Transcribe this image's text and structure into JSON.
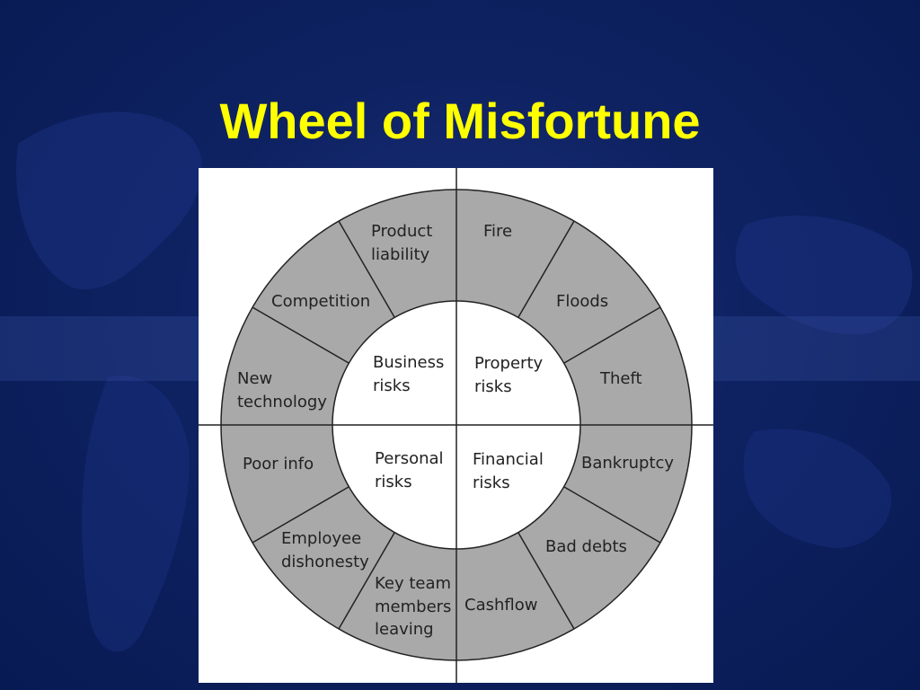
{
  "title": "Wheel of Misfortune",
  "colors": {
    "background": "#0b1f5c",
    "title": "#ffff00",
    "ring": "#a9a9a9",
    "panel": "#ffffff",
    "lines": "#222222"
  },
  "quadrants": {
    "business": {
      "line1": "Business",
      "line2": "risks"
    },
    "property": {
      "line1": "Property",
      "line2": "risks"
    },
    "personal": {
      "line1": "Personal",
      "line2": "risks"
    },
    "financial": {
      "line1": "Financial",
      "line2": "risks"
    }
  },
  "segments": {
    "product_liability": {
      "line1": "Product",
      "line2": "liability"
    },
    "fire": {
      "line1": "Fire"
    },
    "floods": {
      "line1": "Floods"
    },
    "theft": {
      "line1": "Theft"
    },
    "bankruptcy": {
      "line1": "Bankruptcy"
    },
    "bad_debts": {
      "line1": "Bad debts"
    },
    "cashflow": {
      "line1": "Cashflow"
    },
    "key_team": {
      "line1": "Key team",
      "line2": "members",
      "line3": "leaving"
    },
    "employee_dishonesty": {
      "line1": "Employee",
      "line2": "dishonesty"
    },
    "poor_info": {
      "line1": "Poor info"
    },
    "new_technology": {
      "line1": "New",
      "line2": "technology"
    },
    "competition": {
      "line1": "Competition"
    }
  }
}
